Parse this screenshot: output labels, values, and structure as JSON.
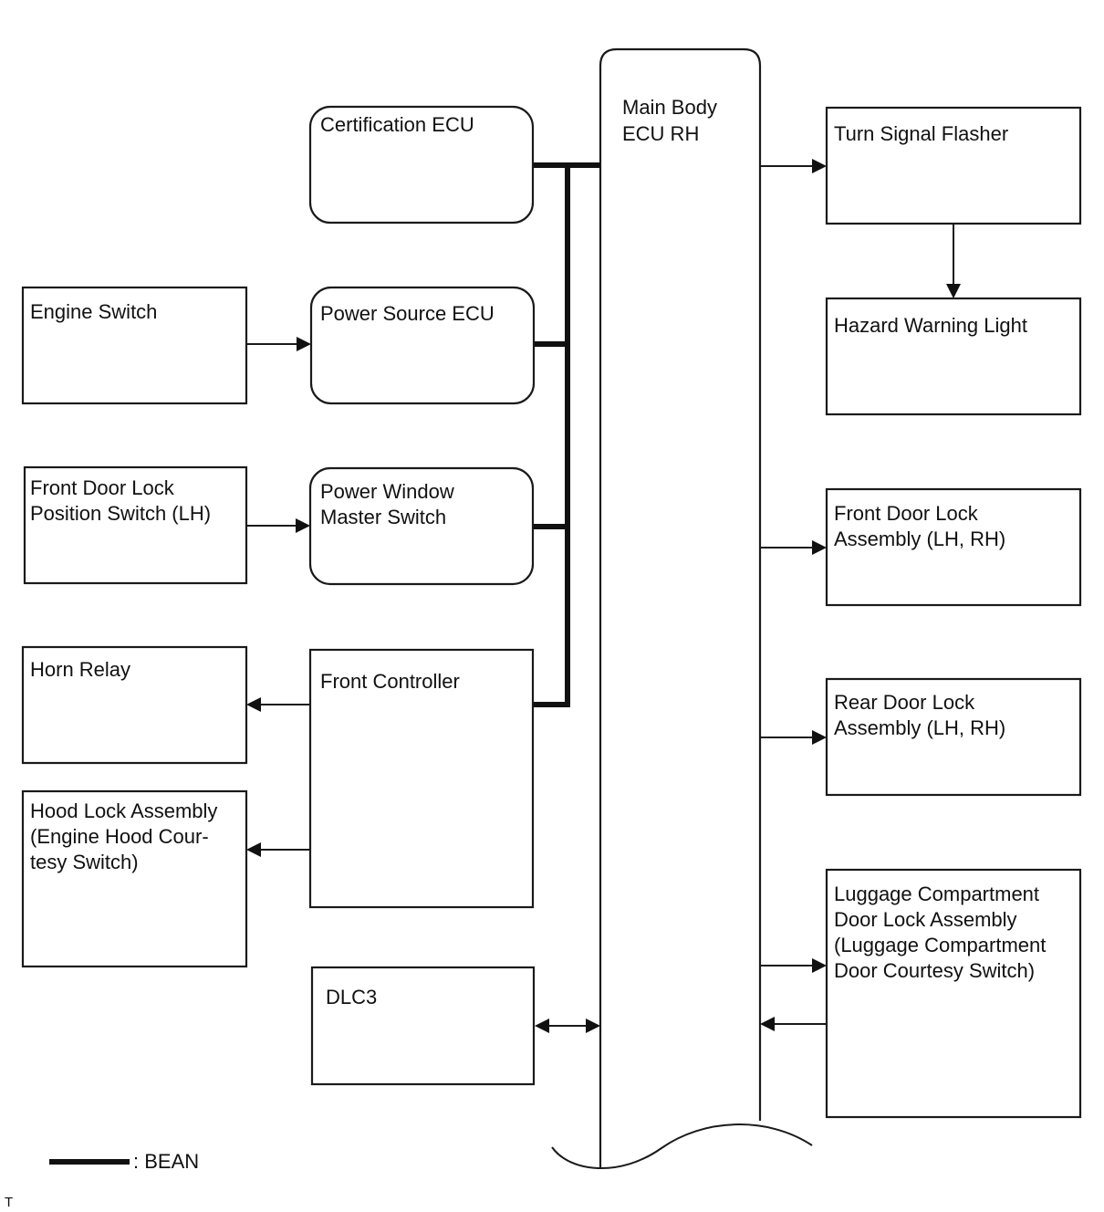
{
  "main_ecu": {
    "line1": "Main Body",
    "line2": "ECU RH"
  },
  "left_ecus": {
    "certification_ecu": "Certification ECU",
    "power_source_ecu": "Power Source ECU",
    "power_window_master_switch": [
      "Power Window",
      "Master Switch"
    ],
    "front_controller": "Front Controller",
    "dlc3": "DLC3"
  },
  "far_left": {
    "engine_switch": "Engine Switch",
    "front_door_lock_position_switch": [
      "Front Door Lock",
      "Position Switch (LH)"
    ],
    "horn_relay": "Horn Relay",
    "hood_lock_assembly": [
      "Hood Lock Assembly",
      "(Engine Hood Cour-",
      "tesy Switch)"
    ]
  },
  "right": {
    "turn_signal_flasher": "Turn Signal Flasher",
    "hazard_warning_light": "Hazard Warning Light",
    "front_door_lock_assembly": [
      "Front Door Lock",
      "Assembly (LH, RH)"
    ],
    "rear_door_lock_assembly": [
      "Rear Door Lock",
      "Assembly (LH, RH)"
    ],
    "luggage_compartment": [
      "Luggage Compartment",
      "Door Lock Assembly",
      "(Luggage Compartment",
      "Door Courtesy Switch)"
    ]
  },
  "legend": {
    "bean": ": BEAN"
  },
  "footer_mark": "T"
}
